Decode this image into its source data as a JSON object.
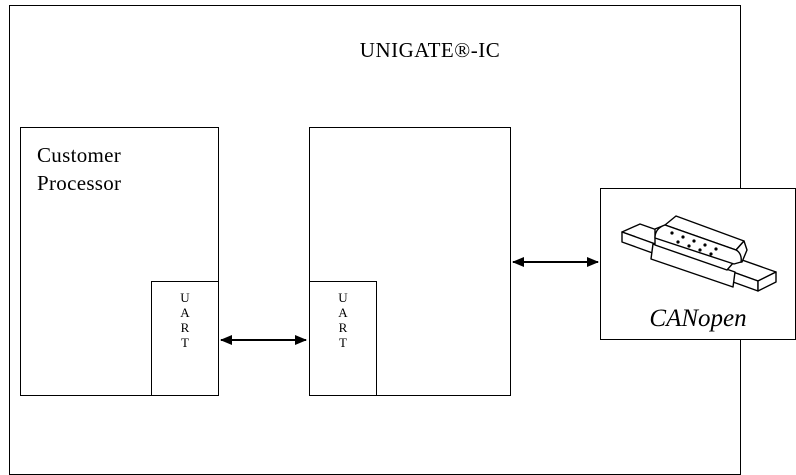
{
  "ic_title": "UNIGATE®-IC",
  "customer_processor": {
    "label": "Customer\nProcessor"
  },
  "uart_left": {
    "letters": [
      "U",
      "A",
      "R",
      "T"
    ]
  },
  "uart_right": {
    "letters": [
      "U",
      "A",
      "R",
      "T"
    ]
  },
  "canopen": {
    "label": "CANopen",
    "icon": "db9-connector-icon"
  }
}
